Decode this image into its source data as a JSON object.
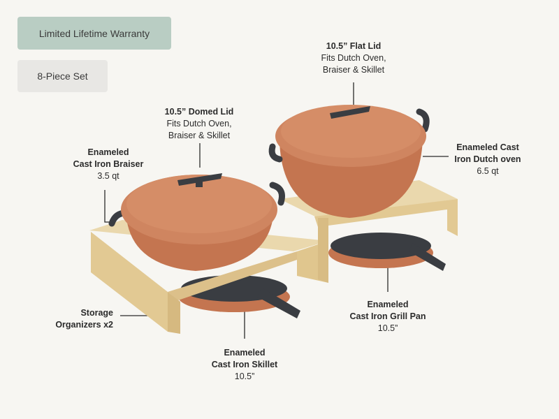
{
  "badges": {
    "warranty": "Limited Lifetime Warranty",
    "pieces": "8-Piece Set"
  },
  "labels": {
    "flat_lid": {
      "title": "10.5” Flat Lid",
      "sub1": "Fits Dutch Oven,",
      "sub2": "Braiser & Skillet"
    },
    "domed_lid": {
      "title": "10.5” Domed Lid",
      "sub1": "Fits Dutch Oven,",
      "sub2": "Braiser & Skillet"
    },
    "braiser": {
      "title1": "Enameled",
      "title2": "Cast Iron Braiser",
      "sub": "3.5 qt"
    },
    "dutch_oven": {
      "title1": "Enameled Cast",
      "title2": "Iron Dutch oven",
      "sub": "6.5 qt"
    },
    "organizers": {
      "title1": "Storage",
      "title2": "Organizers x2"
    },
    "grill_pan": {
      "title1": "Enameled",
      "title2": "Cast Iron Grill Pan",
      "sub": "10.5”"
    },
    "skillet": {
      "title1": "Enameled",
      "title2": "Cast Iron Skillet",
      "sub": "10.5”"
    }
  },
  "colors": {
    "terracotta": "#c98058",
    "wood": "#e6cf9e",
    "handle": "#3a3d42",
    "badge_green": "#b9cdc3"
  }
}
